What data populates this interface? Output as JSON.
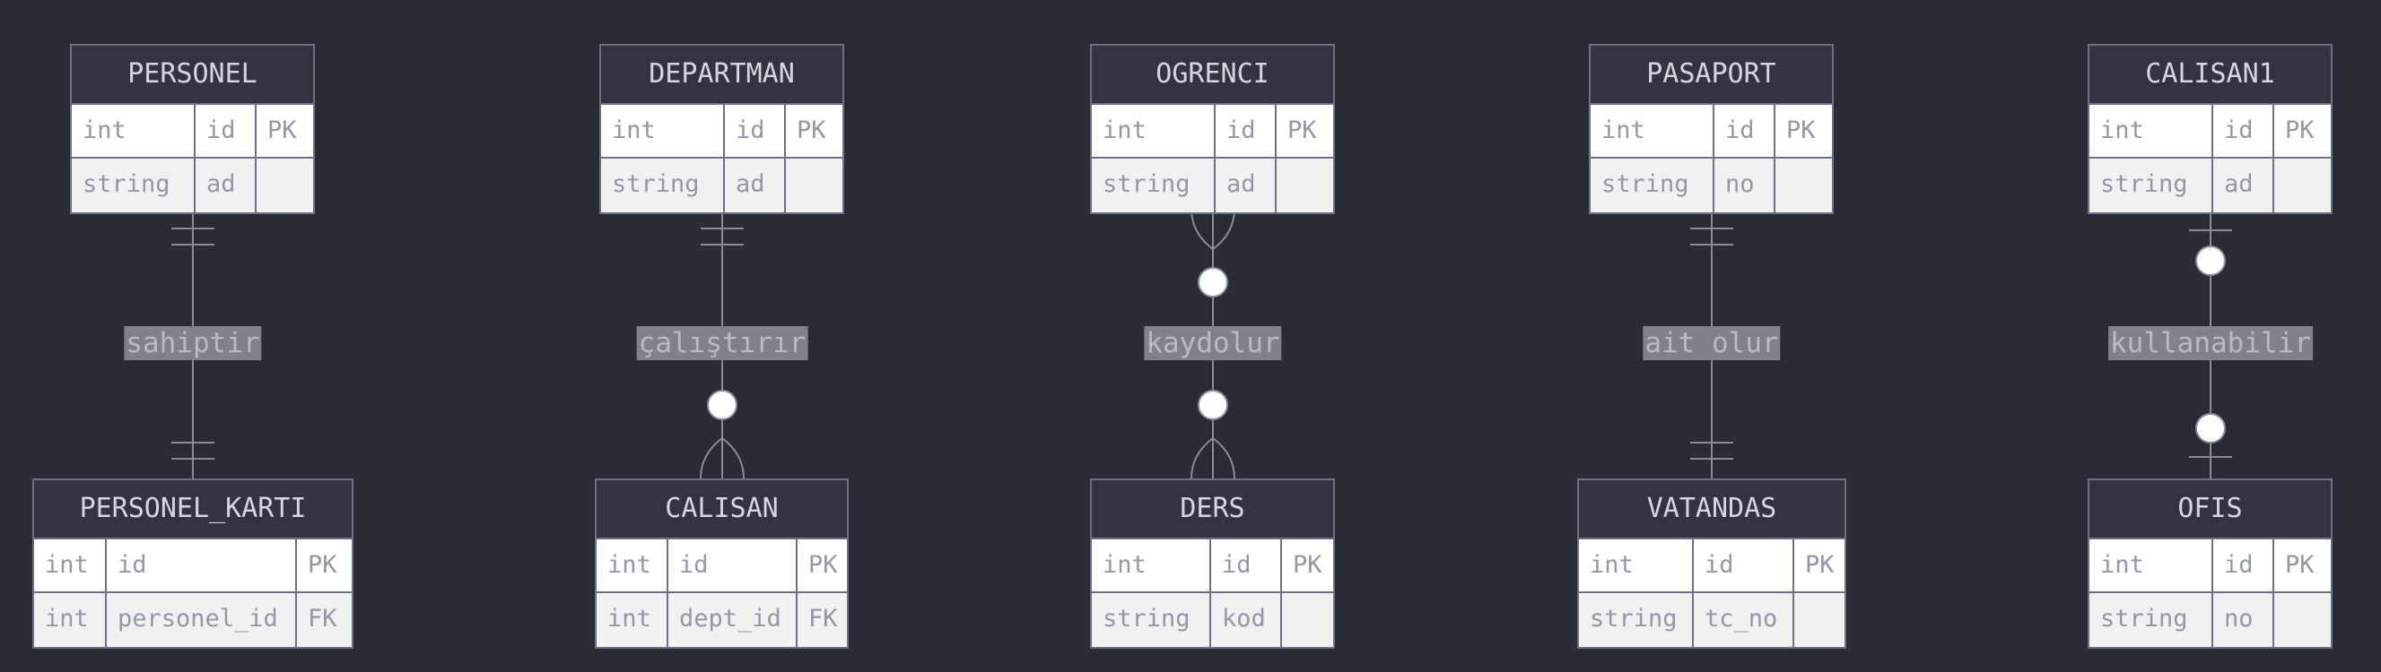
{
  "entities": {
    "personel": {
      "name": "PERSONEL",
      "rows": [
        [
          "int",
          "id",
          "PK"
        ],
        [
          "string",
          "ad",
          ""
        ]
      ]
    },
    "departman": {
      "name": "DEPARTMAN",
      "rows": [
        [
          "int",
          "id",
          "PK"
        ],
        [
          "string",
          "ad",
          ""
        ]
      ]
    },
    "ogrenci": {
      "name": "OGRENCI",
      "rows": [
        [
          "int",
          "id",
          "PK"
        ],
        [
          "string",
          "ad",
          ""
        ]
      ]
    },
    "pasaport": {
      "name": "PASAPORT",
      "rows": [
        [
          "int",
          "id",
          "PK"
        ],
        [
          "string",
          "no",
          ""
        ]
      ]
    },
    "calisan1": {
      "name": "CALISAN1",
      "rows": [
        [
          "int",
          "id",
          "PK"
        ],
        [
          "string",
          "ad",
          ""
        ]
      ]
    },
    "personel_karti": {
      "name": "PERSONEL_KARTI",
      "rows": [
        [
          "int",
          "id",
          "PK"
        ],
        [
          "int",
          "personel_id",
          "FK"
        ]
      ]
    },
    "calisan": {
      "name": "CALISAN",
      "rows": [
        [
          "int",
          "id",
          "PK"
        ],
        [
          "int",
          "dept_id",
          "FK"
        ]
      ]
    },
    "ders": {
      "name": "DERS",
      "rows": [
        [
          "int",
          "id",
          "PK"
        ],
        [
          "string",
          "kod",
          ""
        ]
      ]
    },
    "vatandas": {
      "name": "VATANDAS",
      "rows": [
        [
          "int",
          "id",
          "PK"
        ],
        [
          "string",
          "tc_no",
          ""
        ]
      ]
    },
    "ofis": {
      "name": "OFIS",
      "rows": [
        [
          "int",
          "id",
          "PK"
        ],
        [
          "string",
          "no",
          ""
        ]
      ]
    }
  },
  "relationships": [
    {
      "label": "sahiptir",
      "from": "PERSONEL",
      "to": "PERSONEL_KARTI",
      "from_card": "exactly-one",
      "to_card": "exactly-one"
    },
    {
      "label": "çalıştırır",
      "from": "DEPARTMAN",
      "to": "CALISAN",
      "from_card": "exactly-one",
      "to_card": "zero-or-many"
    },
    {
      "label": "kaydolur",
      "from": "OGRENCI",
      "to": "DERS",
      "from_card": "zero-or-many",
      "to_card": "zero-or-many"
    },
    {
      "label": "ait olur",
      "from": "PASAPORT",
      "to": "VATANDAS",
      "from_card": "exactly-one",
      "to_card": "exactly-one"
    },
    {
      "label": "kullanabilir",
      "from": "CALISAN1",
      "to": "OFIS",
      "from_card": "zero-or-one",
      "to_card": "zero-or-one"
    }
  ],
  "colors": {
    "background": "#292c35",
    "header": "#323541",
    "border": "#6c7186",
    "line": "#8a8d96",
    "label_bg": "#80828b"
  }
}
